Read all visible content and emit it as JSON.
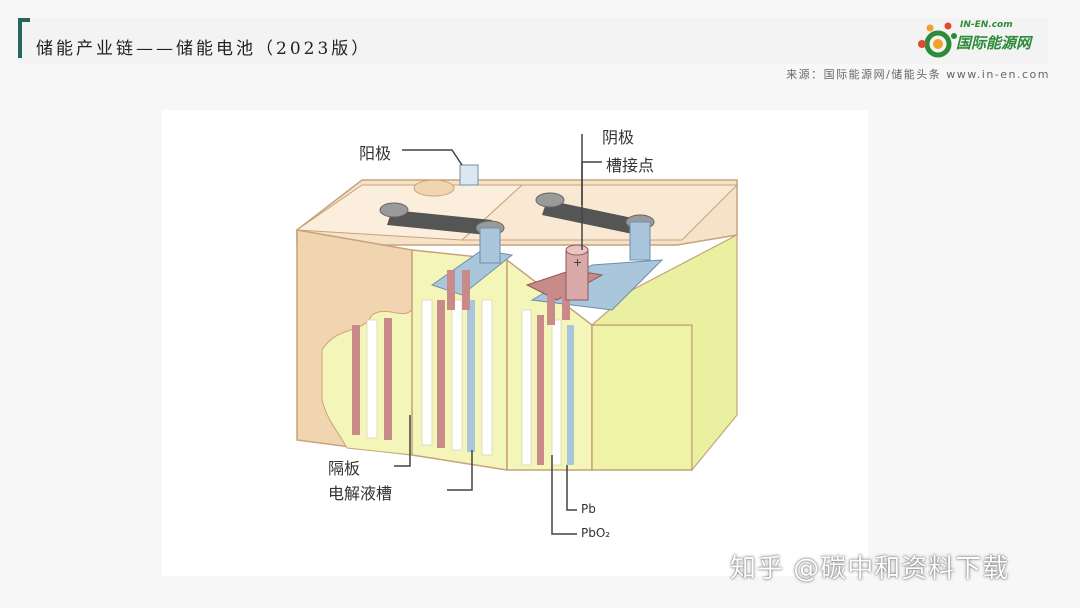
{
  "header": {
    "title": "储能产业链——储能电池（2023版）",
    "source": "来源：国际能源网/储能头条 www.in-en.com"
  },
  "logo": {
    "brand": "IN-EN.com",
    "name": "国际能源网"
  },
  "diagram": {
    "labels": {
      "anode": "阳极",
      "cathode": "阴极",
      "contact": "槽接点",
      "separator": "隔板",
      "electrolyte_tank": "电解液槽",
      "pb": "Pb",
      "pbo2": "PbO₂"
    },
    "terminal_sign": "+",
    "colors": {
      "case": "#f1d5b0",
      "electrolyte": "#f4f5b8",
      "plate_blue": "#a9c6dc",
      "plate_red": "#c98a8a",
      "metal": "#9a9a9a"
    }
  },
  "watermark": "知乎 @碳中和资料下载"
}
